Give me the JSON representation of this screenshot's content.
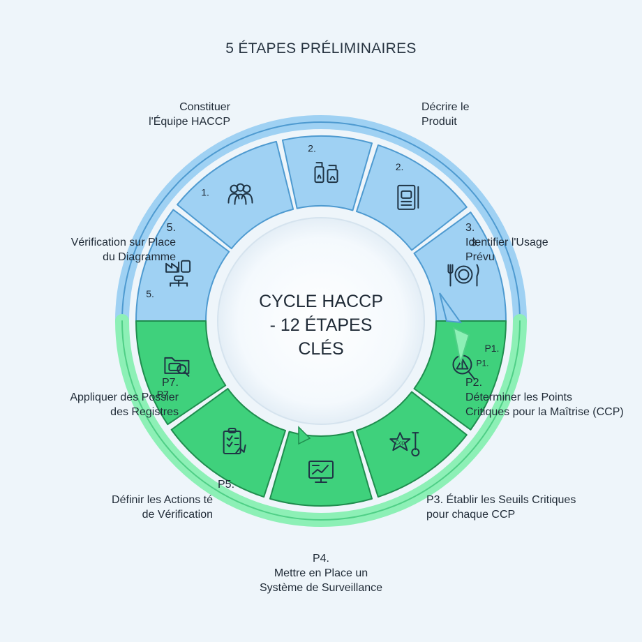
{
  "title": "5 ÉTAPES PRÉLIMINAIRES",
  "center": {
    "line1": "CYCLE HACCP",
    "line2": "- 12 ÉTAPES CLÉS"
  },
  "colors": {
    "blue_fill": "#9fd1f3",
    "blue_stroke": "#4e9ad0",
    "green_fill": "#3fd17c",
    "green_stroke": "#1f8d4e",
    "background": "#eef5fa",
    "text": "#1f2a36"
  },
  "segments": [
    {
      "number": "1.",
      "icon": "team-icon"
    },
    {
      "number": "2.",
      "icon": "product-jars-icon"
    },
    {
      "number": "2.",
      "icon": "document-description-icon"
    },
    {
      "number": "3.",
      "icon": "plate-cutlery-icon"
    },
    {
      "number": "P1.",
      "icon": "hazard-magnifier-icon"
    },
    {
      "number": "",
      "icon": "ccp-thermometer-icon"
    },
    {
      "number": "",
      "icon": "monitoring-screen-icon"
    },
    {
      "number": "",
      "icon": "clipboard-checklist-icon"
    },
    {
      "number": "P7.",
      "icon": "folder-search-icon"
    },
    {
      "number": "5.",
      "icon": "factory-flowchart-icon"
    }
  ],
  "labels": {
    "step1": [
      "Constituer",
      "l'Équipe HACCP"
    ],
    "step2": [
      "Décrire le",
      "Produit"
    ],
    "step3": [
      "3.",
      "Identifier l'Usage",
      "Prévu"
    ],
    "step5": [
      "5.",
      "Vérification sur Place",
      "du Diagramme"
    ],
    "p2": [
      "P2.",
      "Déterminer les Points",
      "Critiques pour la Maîtrise (CCP)"
    ],
    "p3": [
      "P3. Établir les Seuils Critiques",
      "pour chaque CCP"
    ],
    "p4": [
      "P4.",
      "Mettre en Place un",
      "Système de Surveillance"
    ],
    "p5_tag": "P5.",
    "p5": [
      "Définir les Actions té",
      "de Vérification"
    ],
    "p7": [
      "P7.",
      "Appliquer des Possier",
      "des Registres"
    ]
  }
}
